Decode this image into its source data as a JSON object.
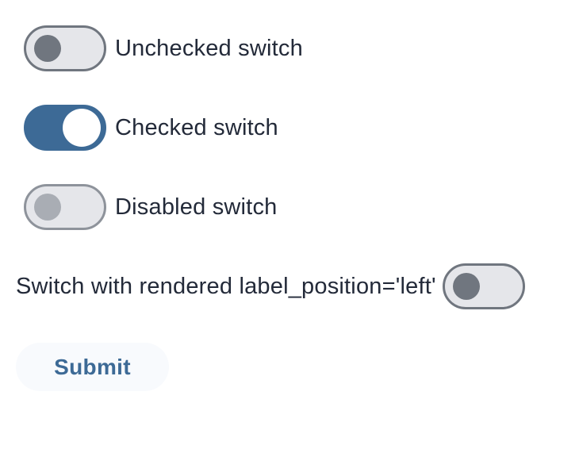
{
  "colors": {
    "checked_track": "#3d6a96",
    "unchecked_track": "#e5e6ea",
    "switch_border": "#70767f",
    "unchecked_thumb": "#70767f",
    "disabled_border": "#8e939b",
    "disabled_thumb": "#a9adb4",
    "label_text": "#232a39",
    "button_bg": "#f8fafd",
    "button_text": "#3d6a96",
    "page_bg": "#ffffff"
  },
  "switches": [
    {
      "label": "Unchecked switch",
      "state": "unchecked",
      "label_position": "right"
    },
    {
      "label": "Checked switch",
      "state": "checked",
      "label_position": "right"
    },
    {
      "label": "Disabled switch",
      "state": "disabled",
      "label_position": "right"
    },
    {
      "label": "Switch with rendered label_position='left'",
      "state": "unchecked",
      "label_position": "left"
    }
  ],
  "button": {
    "label": "Submit"
  }
}
